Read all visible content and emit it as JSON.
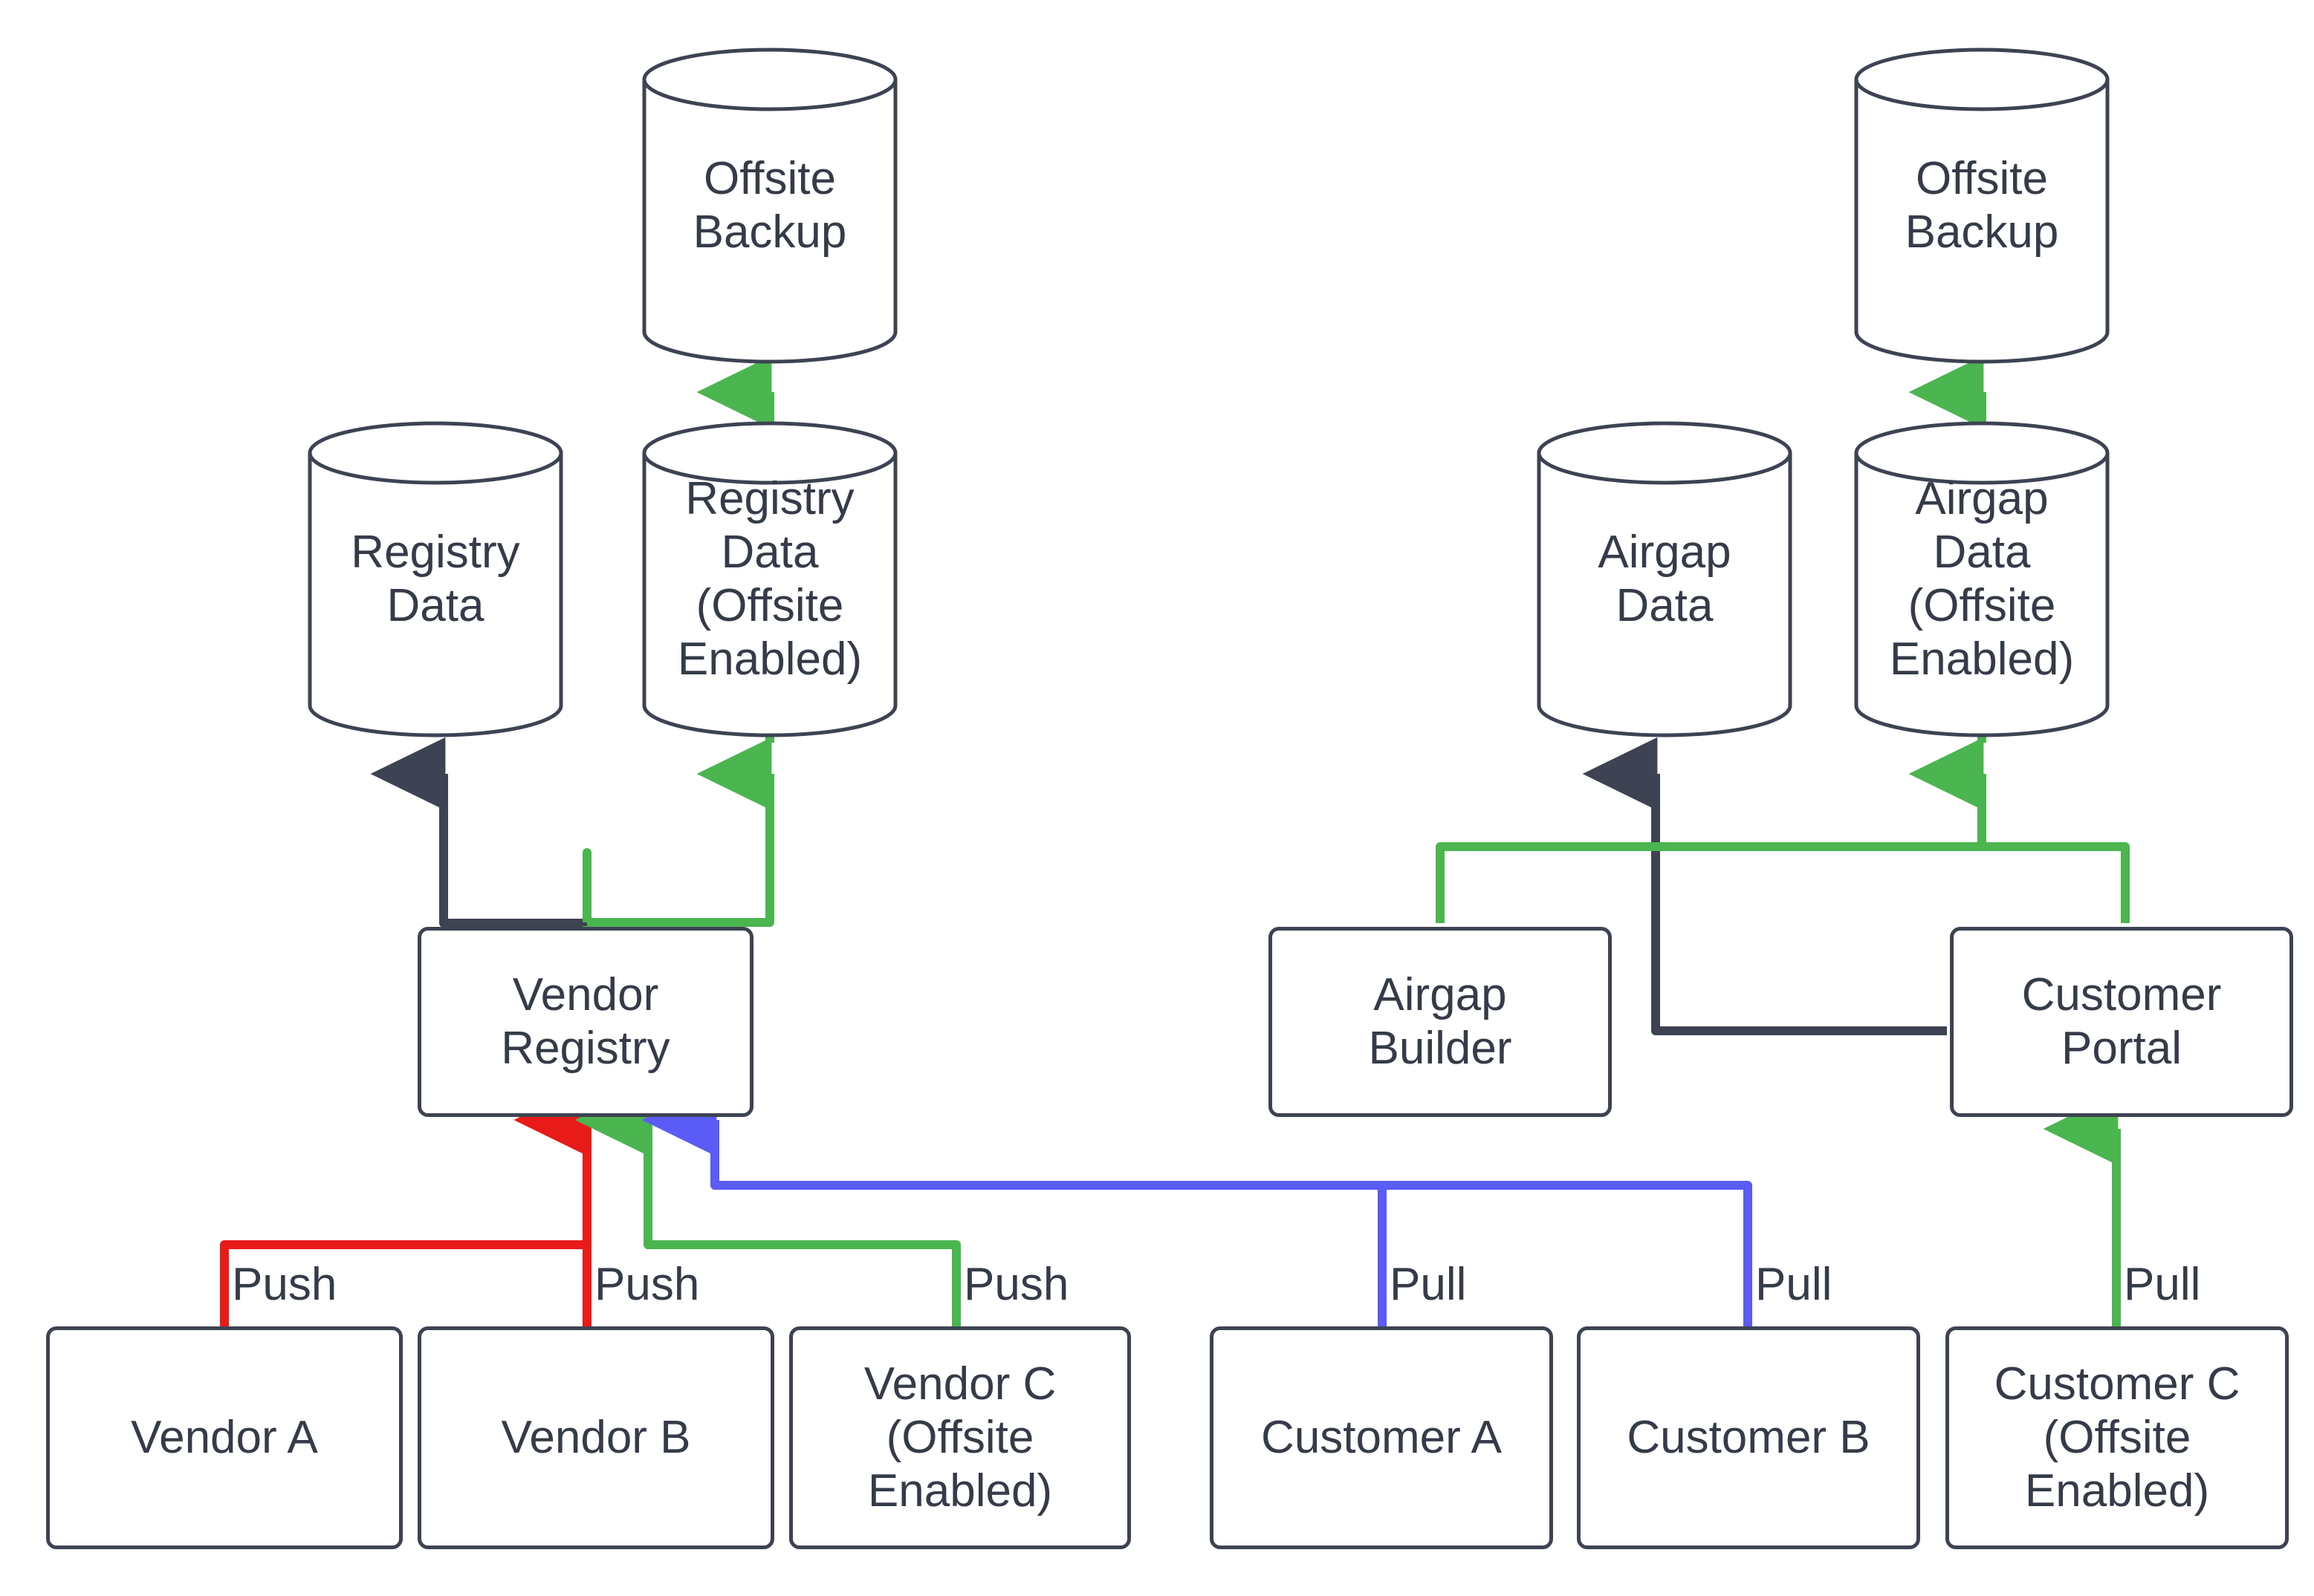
{
  "diagram": {
    "type": "flowchart",
    "title": "",
    "colors": {
      "stroke_dark": "#3d4352",
      "text": "#353b48",
      "green": "#4bb550",
      "red": "#e81b19",
      "purple": "#5b5bf5",
      "background": "#ffffff"
    },
    "nodes": [
      {
        "id": "offsite-backup-left",
        "shape": "cylinder",
        "label": "Offsite\nBackup"
      },
      {
        "id": "registry-data",
        "shape": "cylinder",
        "label": "Registry\nData"
      },
      {
        "id": "registry-data-offsite",
        "shape": "cylinder",
        "label": "Registry\nData\n(Offsite\nEnabled)"
      },
      {
        "id": "vendor-registry",
        "shape": "box",
        "label": "Vendor\nRegistry"
      },
      {
        "id": "vendor-a",
        "shape": "box",
        "label": "Vendor A"
      },
      {
        "id": "vendor-b",
        "shape": "box",
        "label": "Vendor B"
      },
      {
        "id": "vendor-c",
        "shape": "box",
        "label": "Vendor C\n(Offsite\nEnabled)"
      },
      {
        "id": "offsite-backup-right",
        "shape": "cylinder",
        "label": "Offsite\nBackup"
      },
      {
        "id": "airgap-data",
        "shape": "cylinder",
        "label": "Airgap\nData"
      },
      {
        "id": "airgap-data-offsite",
        "shape": "cylinder",
        "label": "Airgap\nData\n(Offsite\nEnabled)"
      },
      {
        "id": "airgap-builder",
        "shape": "box",
        "label": "Airgap\nBuilder"
      },
      {
        "id": "customer-portal",
        "shape": "box",
        "label": "Customer\nPortal"
      },
      {
        "id": "customer-a",
        "shape": "box",
        "label": "Customer A"
      },
      {
        "id": "customer-b",
        "shape": "box",
        "label": "Customer B"
      },
      {
        "id": "customer-c",
        "shape": "box",
        "label": "Customer C\n(Offsite\nEnabled)"
      }
    ],
    "node_labels": {
      "offsite_backup_left": {
        "line1": "Offsite",
        "line2": "Backup"
      },
      "registry_data": {
        "line1": "Registry",
        "line2": "Data"
      },
      "registry_data_offsite": {
        "line1": "Registry",
        "line2": "Data",
        "line3": "(Offsite",
        "line4": "Enabled)"
      },
      "vendor_registry": {
        "line1": "Vendor",
        "line2": "Registry"
      },
      "vendor_a": {
        "line1": "Vendor A"
      },
      "vendor_b": {
        "line1": "Vendor B"
      },
      "vendor_c": {
        "line1": "Vendor C",
        "line2": "(Offsite",
        "line3": "Enabled)"
      },
      "offsite_backup_right": {
        "line1": "Offsite",
        "line2": "Backup"
      },
      "airgap_data": {
        "line1": "Airgap",
        "line2": "Data"
      },
      "airgap_data_offsite": {
        "line1": "Airgap",
        "line2": "Data",
        "line3": "(Offsite",
        "line4": "Enabled)"
      },
      "airgap_builder": {
        "line1": "Airgap",
        "line2": "Builder"
      },
      "customer_portal": {
        "line1": "Customer",
        "line2": "Portal"
      },
      "customer_a": {
        "line1": "Customer A"
      },
      "customer_b": {
        "line1": "Customer B"
      },
      "customer_c": {
        "line1": "Customer C",
        "line2": "(Offsite",
        "line3": "Enabled)"
      }
    },
    "edge_labels": {
      "vendor_a_push": "Push",
      "vendor_b_push": "Push",
      "vendor_c_push": "Push",
      "customer_a_pull": "Pull",
      "customer_b_pull": "Pull",
      "customer_c_pull": "Pull"
    },
    "edges": [
      {
        "from": "registry-data-offsite",
        "to": "offsite-backup-left",
        "color": "green",
        "label": ""
      },
      {
        "from": "vendor-registry",
        "to": "registry-data",
        "color": "dark",
        "label": ""
      },
      {
        "from": "vendor-registry",
        "to": "registry-data-offsite",
        "color": "green",
        "label": ""
      },
      {
        "from": "vendor-a",
        "to": "vendor-registry",
        "color": "red",
        "label": "Push"
      },
      {
        "from": "vendor-b",
        "to": "vendor-registry",
        "color": "red",
        "label": "Push"
      },
      {
        "from": "vendor-c",
        "to": "vendor-registry",
        "color": "green",
        "label": "Push"
      },
      {
        "from": "airgap-data-offsite",
        "to": "offsite-backup-right",
        "color": "green",
        "label": ""
      },
      {
        "from": "customer-portal",
        "to": "airgap-data",
        "color": "dark",
        "label": ""
      },
      {
        "from": "airgap-builder",
        "to": "airgap-data-offsite",
        "color": "green",
        "label": ""
      },
      {
        "from": "customer-portal",
        "to": "airgap-data-offsite",
        "color": "green",
        "label": ""
      },
      {
        "from": "customer-a",
        "to": "vendor-registry",
        "color": "purple",
        "label": "Pull"
      },
      {
        "from": "customer-b",
        "to": "vendor-registry",
        "color": "purple",
        "label": "Pull"
      },
      {
        "from": "customer-c",
        "to": "customer-portal",
        "color": "green",
        "label": "Pull"
      }
    ]
  }
}
